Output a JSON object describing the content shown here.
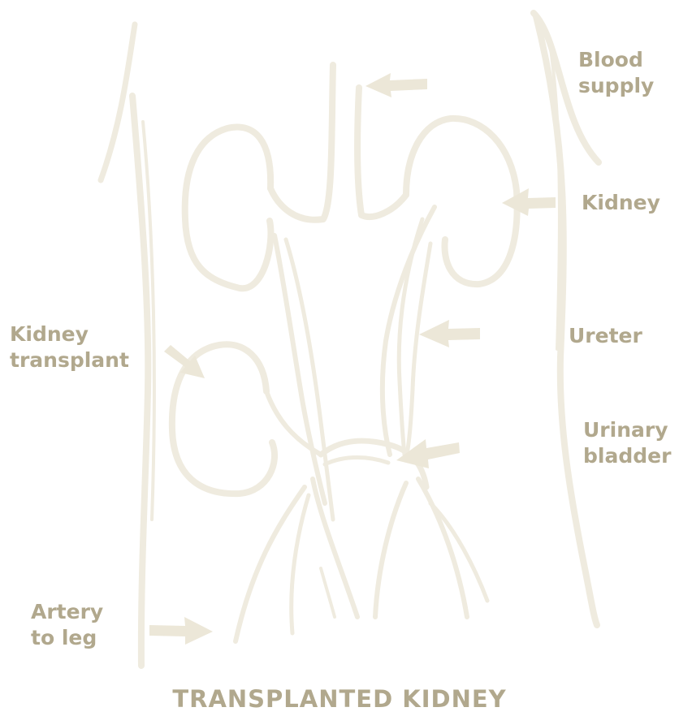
{
  "title": "TRANSPLANTED KIDNEY",
  "labels": {
    "blood_supply": {
      "line1": "Blood",
      "line2": "supply"
    },
    "kidney": "Kidney",
    "ureter": "Ureter",
    "urinary_bladder": {
      "line1": "Urinary",
      "line2": "bladder"
    },
    "kidney_transplant": {
      "line1": "Kidney",
      "line2": "transplant"
    },
    "artery_to_leg": {
      "line1": "Artery",
      "line2": "to leg"
    }
  },
  "colors": {
    "label_text": "#b1a88d",
    "drawing_stroke": "#efebdf",
    "arrow_fill": "#ece7d8",
    "background": "#ffffff"
  }
}
